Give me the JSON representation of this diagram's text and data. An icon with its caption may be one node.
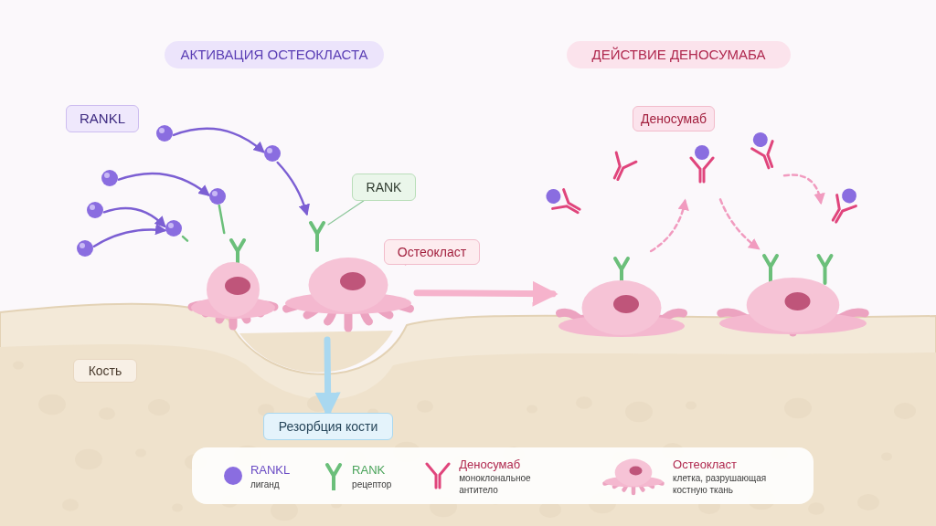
{
  "diagram": {
    "nodes": [
      {
        "text": [
          "АКТИВАЦИЯ ОСТЕОКЛАСТА"
        ]
      },
      {
        "text": [
          "ДЕЙСТВИЕ ДЕНОСУМАБА"
        ]
      },
      {
        "text": [
          "RANKL"
        ]
      },
      {
        "text": [
          "RANK"
        ]
      },
      {
        "text": [
          "Остеокласт"
        ]
      },
      {
        "text": [
          "Кость"
        ]
      },
      {
        "text": [
          "Резорбция кости"
        ]
      },
      {
        "text": [
          "Деносумаб"
        ]
      },
      {
        "text": [],
        "shape": "circle"
      },
      {
        "text": [],
        "shape": "circle"
      },
      {
        "text": [],
        "shape": "circle"
      },
      {
        "text": [],
        "shape": "circle"
      },
      {
        "text": [],
        "shape": "circle"
      },
      {
        "text": [],
        "shape": "circle"
      },
      {
        "text": [],
        "shape": "circle"
      },
      {
        "text": [],
        "shape": "picture"
      },
      {
        "text": [],
        "shape": "picture"
      },
      {
        "text": [],
        "shape": "picture"
      },
      {
        "text": [],
        "shape": "picture"
      },
      {
        "text": [],
        "shape": "picture"
      },
      {
        "text": [],
        "shape": "picture"
      },
      {
        "text": [],
        "shape": "picture"
      },
      {
        "text": [],
        "shape": "picture"
      },
      {
        "text": [],
        "shape": "picture"
      },
      {
        "text": [],
        "shape": "picture"
      }
    ],
    "edges": [
      {
        "from": 8,
        "to": 9,
        "arrow": "to"
      },
      {
        "from": 9,
        "to": 19,
        "arrow": "to"
      },
      {
        "from": 10,
        "to": 11,
        "arrow": "to"
      },
      {
        "from": 12,
        "to": 13,
        "arrow": "to"
      },
      {
        "from": 14,
        "to": 13,
        "arrow": "to"
      },
      {
        "from": 3,
        "to": 19,
        "arrow": "none",
        "color": "#8cc79a"
      },
      {
        "from": 4,
        "to": 16,
        "arrow": "none",
        "color": "#f0a0b8"
      },
      {
        "from": 16,
        "to": 17,
        "arrow": "to",
        "style": "thick",
        "color": "#f6b3cc"
      },
      {
        "from": null,
        "to": 6,
        "arrow": "to",
        "style": "thick",
        "color": "#a9d8f0"
      },
      {
        "from": 17,
        "to": 22,
        "arrow": "to",
        "style": "dashed",
        "color": "#f19bbf"
      },
      {
        "from": 22,
        "to": 18,
        "arrow": "to",
        "style": "dashed",
        "color": "#f19bbf"
      },
      {
        "from": 23,
        "to": 24,
        "arrow": "to",
        "style": "dashed",
        "color": "#f19bbf"
      },
      {
        "from": 11,
        "to": 15,
        "arrow": "none",
        "color": "#6bbf7a"
      },
      {
        "from": 13,
        "to": 15,
        "arrow": "none",
        "color": "#6bbf7a"
      }
    ],
    "labels": [
      "лиганд",
      "рецептор",
      "моноклональное антитело",
      "клетка, разрушающая костную ткань"
    ],
    "legend": [
      {
        "text": "RANKL"
      },
      {
        "text": "RANK"
      },
      {
        "text": "Деносумаб"
      },
      {
        "text": "Остеокласт"
      }
    ]
  }
}
